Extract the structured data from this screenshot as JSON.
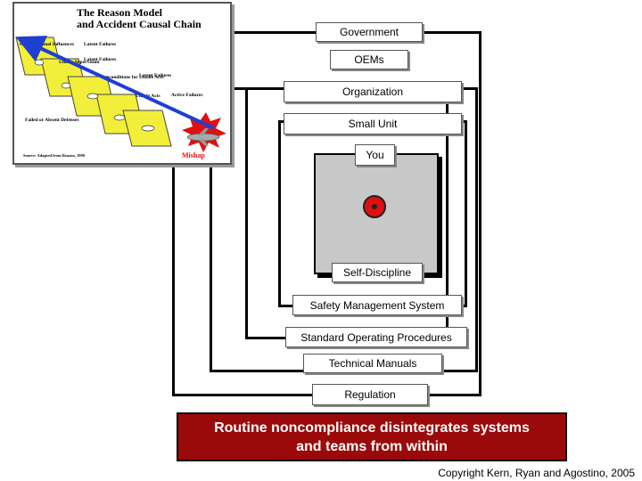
{
  "diagram": {
    "levels": {
      "government": "Government",
      "oems": "OEMs",
      "organization": "Organization",
      "small_unit": "Small Unit",
      "you": "You",
      "self_discipline": "Self-Discipline",
      "sms": "Safety Management System",
      "sop": "Standard Operating Procedures",
      "manuals": "Technical Manuals",
      "regulation": "Regulation"
    },
    "banner": {
      "line1": "Routine noncompliance disintegrates systems",
      "line2": "and teams from within"
    },
    "copyright": "Copyright Kern, Ryan and Agostino, 2005"
  },
  "inset": {
    "title_line1": "The Reason Model",
    "title_line2": "and Accident Causal Chain",
    "labels": {
      "org_influences": "Organizational Influences",
      "latent1": "Latent Failures",
      "unsafe_supervision": "Unsafe Supervision",
      "latent2": "Latent Failures",
      "preconditions": "Preconditions for Unsafe Acts",
      "latent3": "Latent Failures",
      "unsafe_acts": "Unsafe Acts",
      "active": "Active Failures",
      "failed": "Failed or Absent Defenses",
      "mishap": "Mishap",
      "source": "Source: Adapted from Reason, 1990"
    },
    "colors": {
      "card": "#f2ef3a",
      "arrow": "#1f3fd0",
      "burst": "#e01010"
    }
  }
}
